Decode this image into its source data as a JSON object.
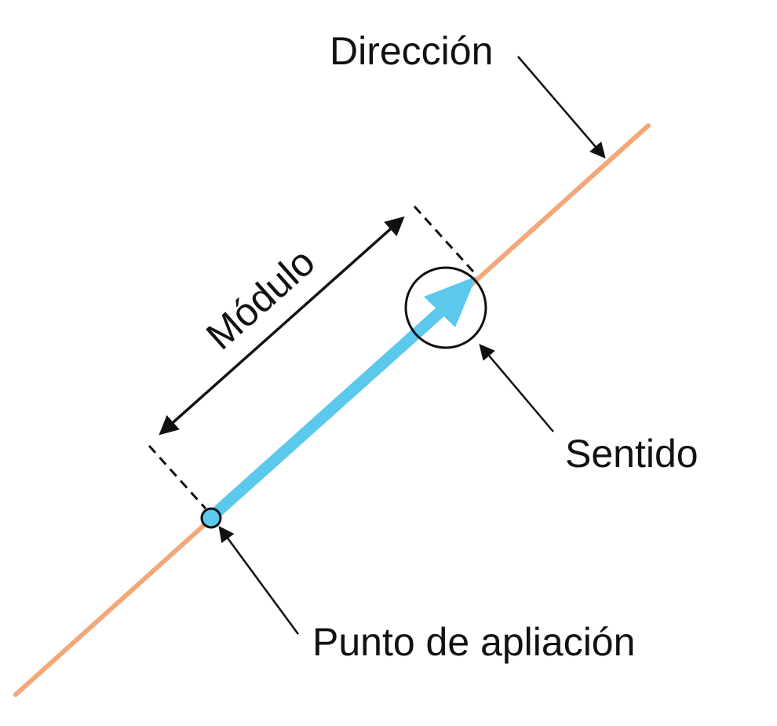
{
  "labels": {
    "direction": "Dirección",
    "magnitude": "Módulo",
    "sense": "Sentido",
    "application_point": "Punto de apliación"
  },
  "colors": {
    "line_of_action": "#F2A878",
    "vector": "#5BC8EC",
    "ink": "#111111"
  }
}
